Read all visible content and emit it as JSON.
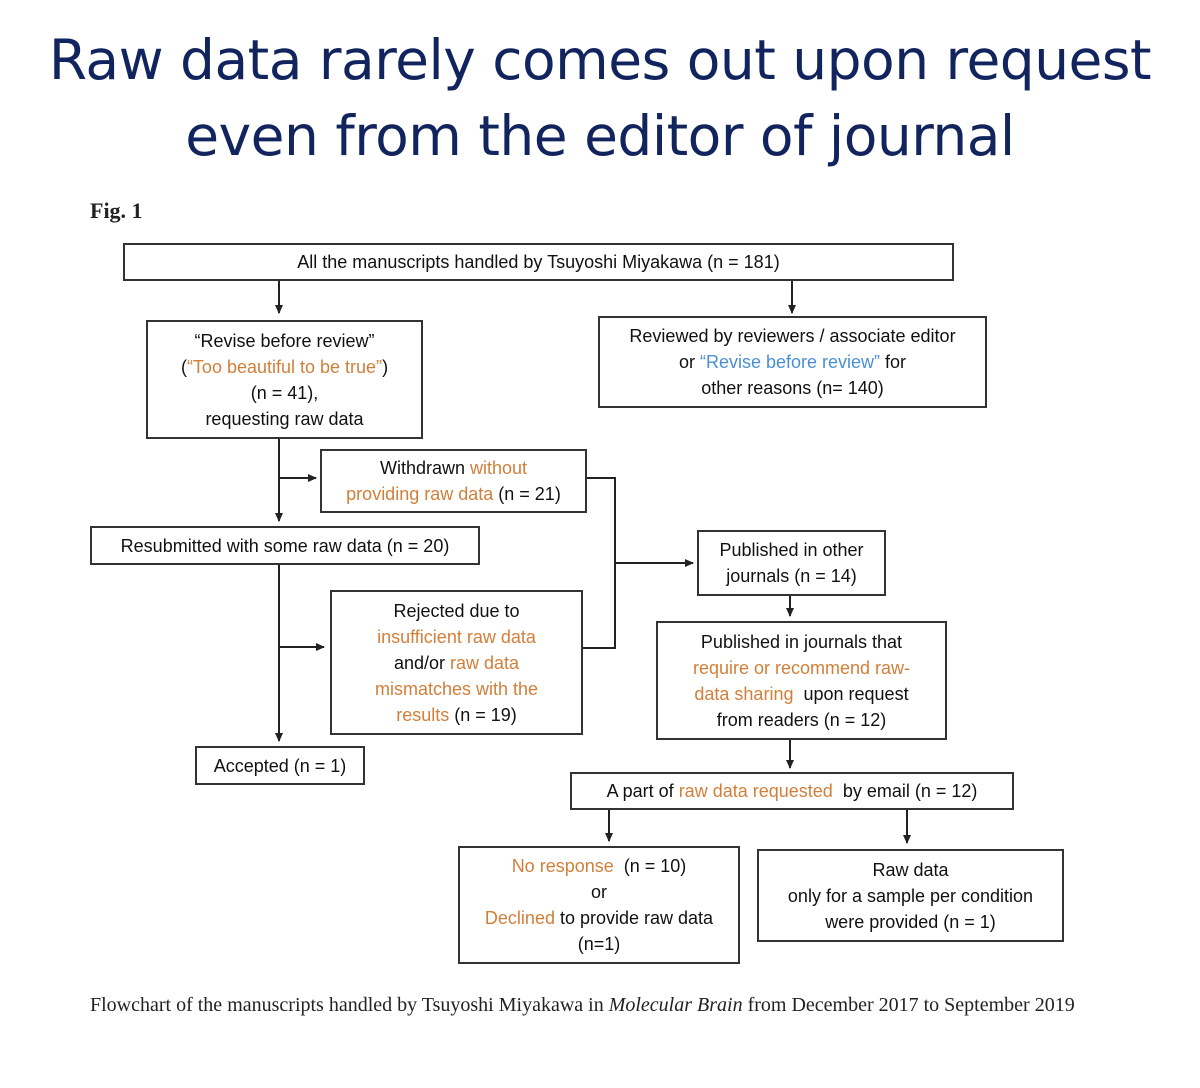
{
  "title": {
    "line1": "Raw data rarely comes out upon request",
    "line2": "even from the editor of journal"
  },
  "figure_label": "Fig. 1",
  "flowchart": {
    "all": "All the manuscripts handled by Tsuyoshi Miyakawa (n = 181)",
    "revise": {
      "quote": "“Revise before review”",
      "open_paren": "(",
      "too_beautiful": "“Too beautiful to be true”",
      "close_paren": ")",
      "count": "(n = 41),",
      "requesting": "requesting raw data"
    },
    "reviewed": {
      "line1": "Reviewed by reviewers / associate editor",
      "or": "or",
      "revise_quote": "“Revise before review”",
      "for": "for",
      "line3": "other reasons (n= 140)"
    },
    "withdrawn": {
      "withdrawn": "Withdrawn",
      "without": "without",
      "providing": "providing raw data",
      "count": "(n = 21)"
    },
    "resubmitted": "Resubmitted with some raw data (n = 20)",
    "published_other": {
      "line1": "Published in other",
      "line2": "journals (n = 14)"
    },
    "rejected": {
      "line1": "Rejected due to",
      "insufficient": "insufficient raw data",
      "andor": "and/or",
      "raw_data": "raw data",
      "mismatches": "mismatches with the",
      "results": "results",
      "count": "(n = 19)"
    },
    "published_journals": {
      "line1": "Published in journals that",
      "require": "require or recommend raw-",
      "data_sharing": "data sharing",
      "upon": "upon request",
      "line4": "from readers (n = 12)"
    },
    "accepted": "Accepted (n = 1)",
    "part": {
      "prefix": "A part of",
      "requested": "raw data requested",
      "suffix": "by email (n = 12)"
    },
    "no_response": {
      "no_response": "No response",
      "count": "(n = 10)",
      "or": "or",
      "declined": "Declined",
      "provide": "to provide raw data",
      "count2": "(n=1)"
    },
    "raw_sample": {
      "line1": "Raw data",
      "line2": "only for a sample per condition",
      "line3": "were provided (n = 1)"
    }
  },
  "caption": {
    "prefix": "Flowchart of the manuscripts handled by Tsuyoshi Miyakawa in",
    "journal": "Molecular Brain",
    "suffix": "from December 2017 to September 2019"
  },
  "colors": {
    "title": "#12245e",
    "highlight_orange": "#d27f3a",
    "highlight_blue": "#4a8fd6",
    "border": "#333333"
  }
}
